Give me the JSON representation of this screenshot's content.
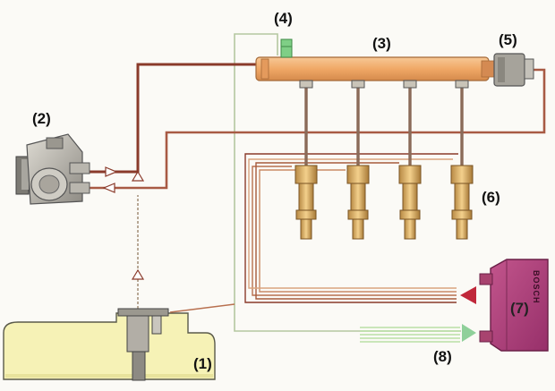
{
  "labels": {
    "tank_pump": "(1)",
    "high_pressure_pump": "(2)",
    "rail": "(3)",
    "pressure_sensor": "(4)",
    "pressure_limiter": "(5)",
    "injectors": "(6)",
    "ecu": "(7)",
    "sensor_inputs": "(8)"
  },
  "ecu_brand": "BOSCH",
  "colors": {
    "fuel_line": "#8a3a2a",
    "fuel_line_light": "#d9a37e",
    "rail": "#f2b27a",
    "ecu": "#b0437a",
    "signal_line": "#b5c7a0",
    "input_arrow": "#8fd09a",
    "output_arrow": "#c0283a",
    "tank": "#f6f2b6"
  }
}
